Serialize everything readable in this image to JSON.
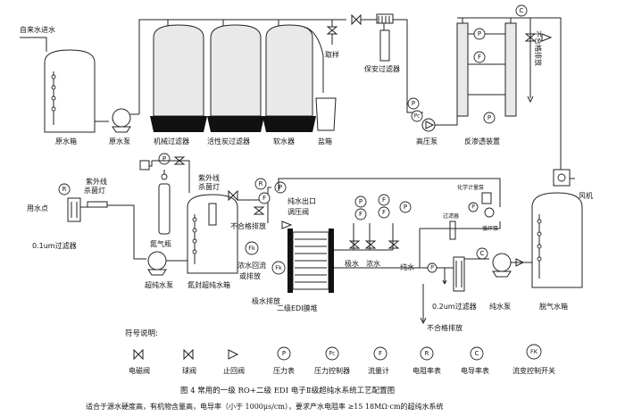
{
  "labels": {
    "tap_inlet": "自来水进水",
    "raw_tank": "原水箱",
    "raw_pump": "原水泵",
    "mech_filter": "机械过滤器",
    "carbon_filter": "活性炭过滤器",
    "softener": "软水器",
    "salt_tank": "盐箱",
    "sampling": "取样",
    "security_filter": "保安过滤器",
    "hp_pump": "高压泵",
    "ro_unit": "反渗透装置",
    "reject_drain_top": "不合格排放",
    "uv_lamp_left": "紫外线\n杀菌灯",
    "use_point": "用水点",
    "filter_01um": "0.1um过滤器",
    "uv_lamp_mid": "紫外线\n杀菌灯",
    "nitrogen": "氮气瓶",
    "reject_drain_mid": "不合格排放",
    "fk_return": "浓水回流\n或排放",
    "pure_outlet_valve": "纯水出口\n调压阀",
    "pole_drain": "极水排放",
    "edi_stack": "二级EDI膜堆",
    "ultrapure_pump": "超纯水泵",
    "n2_sealed_tank": "氮封超纯水箱",
    "pole_water": "极水",
    "conc_water": "浓水",
    "pure_water": "纯水",
    "chem_dosing": "化学计量泵",
    "dosing_tank": "循环泵",
    "filter_small": "过滤器",
    "fan": "风机",
    "filter_02um": "0.2um过滤器",
    "pure_pump": "纯水泵",
    "degas_tank": "脱气水箱",
    "reject_drain_bottom": "不合格排放"
  },
  "legend": {
    "title": "符号说明:",
    "items": [
      {
        "icon": "solenoid-valve-icon",
        "label": "电磁阀"
      },
      {
        "icon": "ball-valve-icon",
        "label": "球阀"
      },
      {
        "icon": "check-valve-icon",
        "label": "止回阀"
      },
      {
        "icon": "pressure-gauge-icon",
        "symbol": "P",
        "label": "压力表"
      },
      {
        "icon": "pressure-controller-icon",
        "symbol": "Pc",
        "label": "压力控制器"
      },
      {
        "icon": "flow-meter-icon",
        "symbol": "F",
        "label": "流量计"
      },
      {
        "icon": "resistivity-meter-icon",
        "symbol": "R",
        "label": "电阻率表"
      },
      {
        "icon": "conductivity-meter-icon",
        "symbol": "C",
        "label": "电导率表"
      },
      {
        "icon": "flow-switch-icon",
        "symbol": "FK",
        "label": "流变控制开关"
      }
    ]
  },
  "caption": {
    "figure": "图 4  常用的一级   RO+二级  EDI 电子Ⅱ级超纯水系统工艺配置图",
    "note": "适合于源水硬度高，有机物含量高，电导率（小于              1000μs/cm），要求产水电阻率     ≥15    18MΩ·cm的超纯水系统"
  },
  "gauge_symbols": {
    "P": "P",
    "Pc": "Pc",
    "F": "F",
    "R": "R",
    "C": "C",
    "FK": "Fk"
  }
}
